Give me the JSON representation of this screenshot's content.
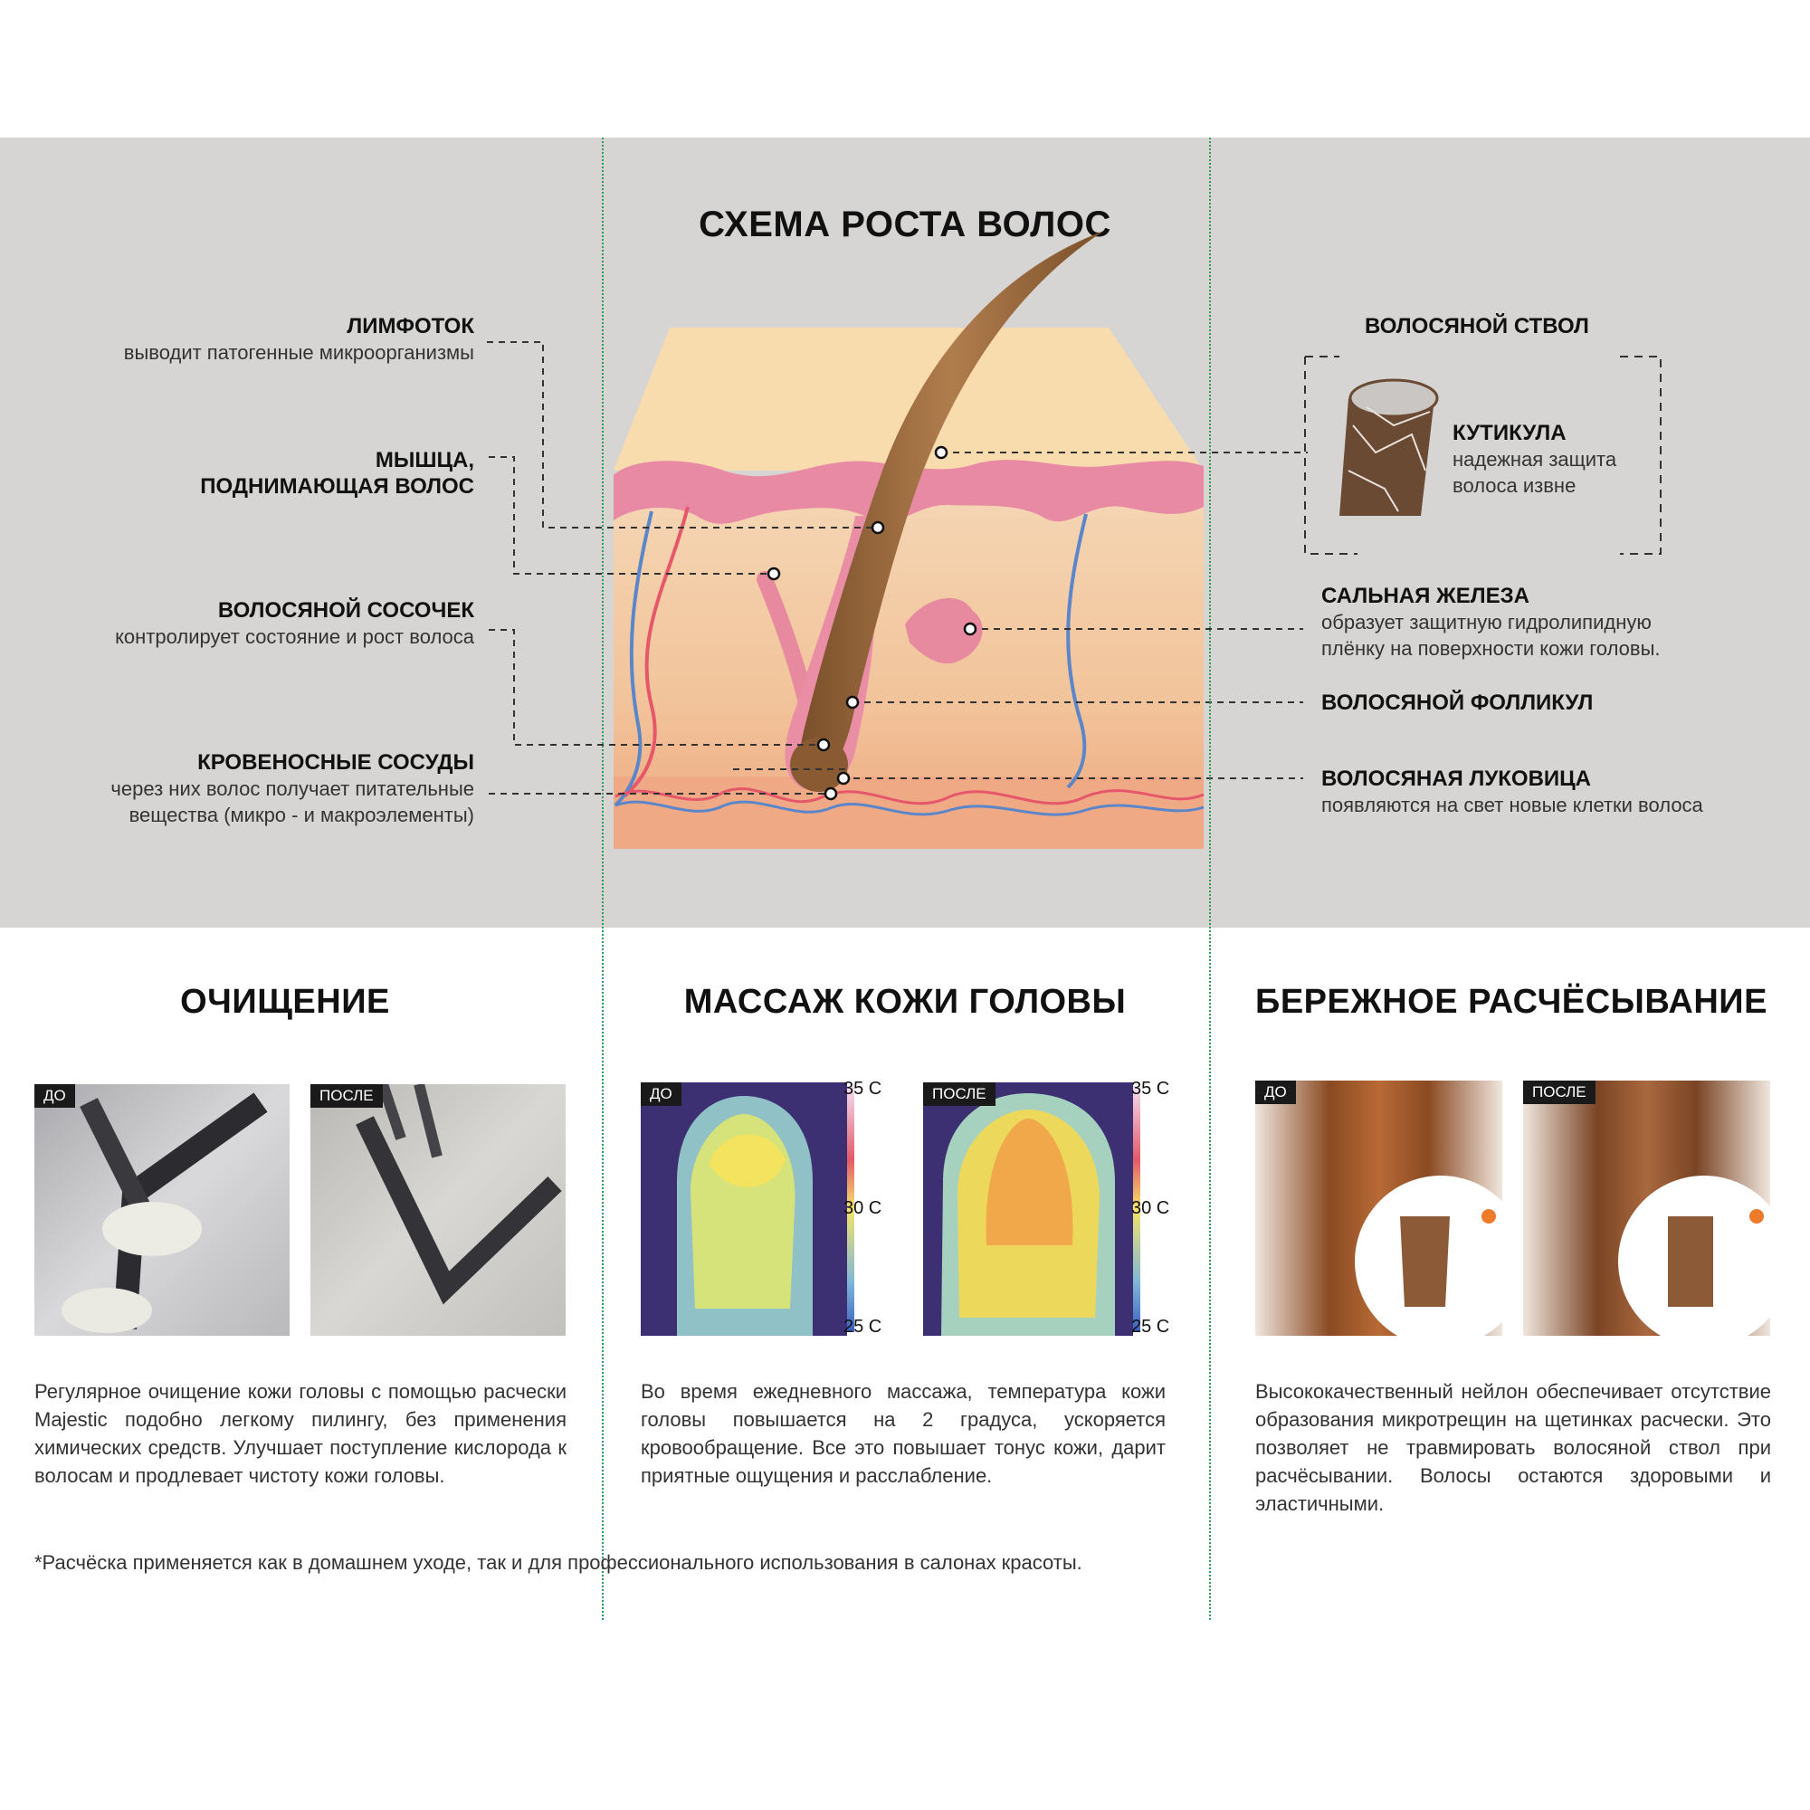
{
  "diagram": {
    "title": "СХЕМА РОСТА ВОЛОС",
    "left_labels": [
      {
        "title": "ЛИМФОТОК",
        "text": "выводит патогенные микроорганизмы"
      },
      {
        "title": "МЫШЦА,",
        "title2": "ПОДНИМАЮЩАЯ ВОЛОС"
      },
      {
        "title": "ВОЛОСЯНОЙ СОСОЧЕК",
        "text": "контролирует состояние и рост волоса"
      },
      {
        "title": "КРОВЕНОСНЫЕ СОСУДЫ",
        "text": "через них волос получает питательные",
        "text2": "вещества (микро - и макроэлементы)"
      }
    ],
    "right_labels": {
      "shaft_title": "ВОЛОСЯНОЙ СТВОЛ",
      "cuticle_title": "КУТИКУЛА",
      "cuticle_text": "надежная защита",
      "cuticle_text2": "волоса извне",
      "gland_title": "САЛЬНАЯ ЖЕЛЕЗА",
      "gland_text": "образует защитную гидролипидную",
      "gland_text2": "плёнку на поверхности кожи головы.",
      "follicle_title": "ВОЛОСЯНОЙ ФОЛЛИКУЛ",
      "bulb_title": "ВОЛОСЯНАЯ ЛУКОВИЦА",
      "bulb_text": "появляются на свет новые клетки волоса"
    }
  },
  "sections": [
    {
      "title": "ОЧИЩЕНИЕ",
      "before": "ДО",
      "after": "ПОСЛЕ",
      "text": "Регулярное очищение кожи головы с помощью расчески Majestic подобно легкому пилингу, без применения химических средств. Улучшает поступление кислорода к волосам и продлевает чистоту кожи головы."
    },
    {
      "title": "МАССАЖ КОЖИ ГОЛОВЫ",
      "before": "ДО",
      "after": "ПОСЛЕ",
      "scale_top": "35 C",
      "scale_mid": "30 C",
      "scale_bot": "25 C",
      "text": "Во время ежедневного массажа, температура кожи головы повышается на 2 градуса, ускоряется кровообращение. Все это повышает тонус кожи, дарит приятные ощущения и расслабление."
    },
    {
      "title": "БЕРЕЖНОЕ РАСЧЁСЫВАНИЕ",
      "before": "ДО",
      "after": "ПОСЛЕ",
      "text": "Высококачественный нейлон обеспечивает отсутствие образования микротрещин на щетинках расчески. Это позволяет не травмировать волосяной ствол при расчёсывании. Волосы остаются здоровыми и эластичными."
    }
  ],
  "footnote": "*Расчёска применяется как в домашнем уходе, так и для профессионального использования в салонах красоты.",
  "colors": {
    "band": "#d6d5d3",
    "guide": "#2e9e55",
    "skin": "#f2c9a0",
    "epidermis": "#e58aa0",
    "hair": "#9a6a3c",
    "artery": "#e5586a",
    "vein": "#5b86c9"
  }
}
